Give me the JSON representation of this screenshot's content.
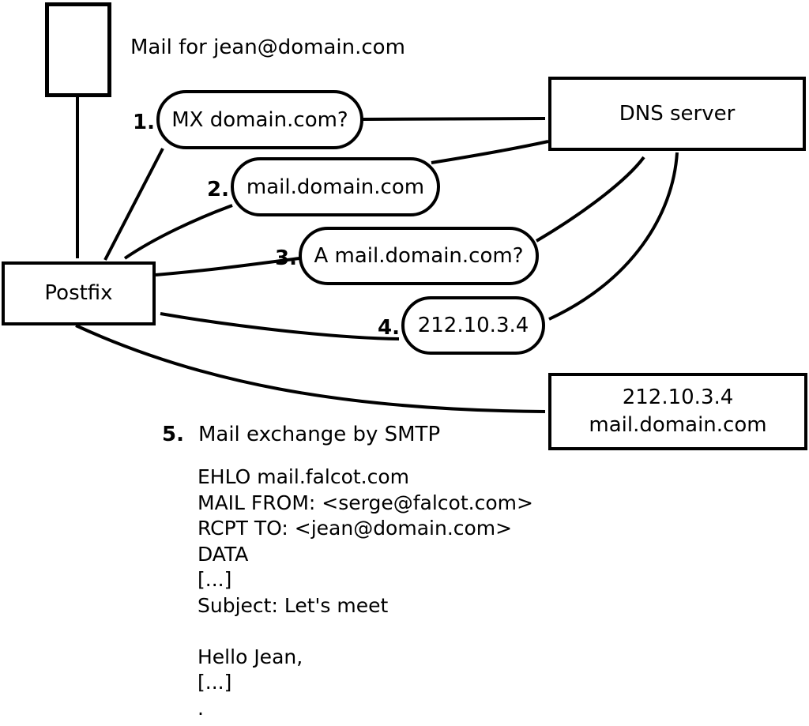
{
  "colors": {
    "ink": "#000000",
    "background": "#ffffff"
  },
  "diagram": {
    "mail_label": "Mail for jean@domain.com",
    "postfix_label": "Postfix",
    "dns_label": "DNS server",
    "dest_ip": "212.10.3.4",
    "dest_host": "mail.domain.com",
    "steps": [
      {
        "num": "1.",
        "label": "MX domain.com?"
      },
      {
        "num": "2.",
        "label": "mail.domain.com"
      },
      {
        "num": "3.",
        "label": "A mail.domain.com?"
      },
      {
        "num": "4.",
        "label": "212.10.3.4"
      }
    ],
    "step5_num": "5.",
    "step5_label": "Mail exchange by SMTP",
    "smtp_session": [
      "EHLO mail.falcot.com",
      "MAIL FROM: <serge@falcot.com>",
      "RCPT TO: <jean@domain.com>",
      "DATA",
      "[...]",
      "Subject: Let's meet",
      "",
      "Hello Jean,",
      "[...]",
      "."
    ]
  }
}
